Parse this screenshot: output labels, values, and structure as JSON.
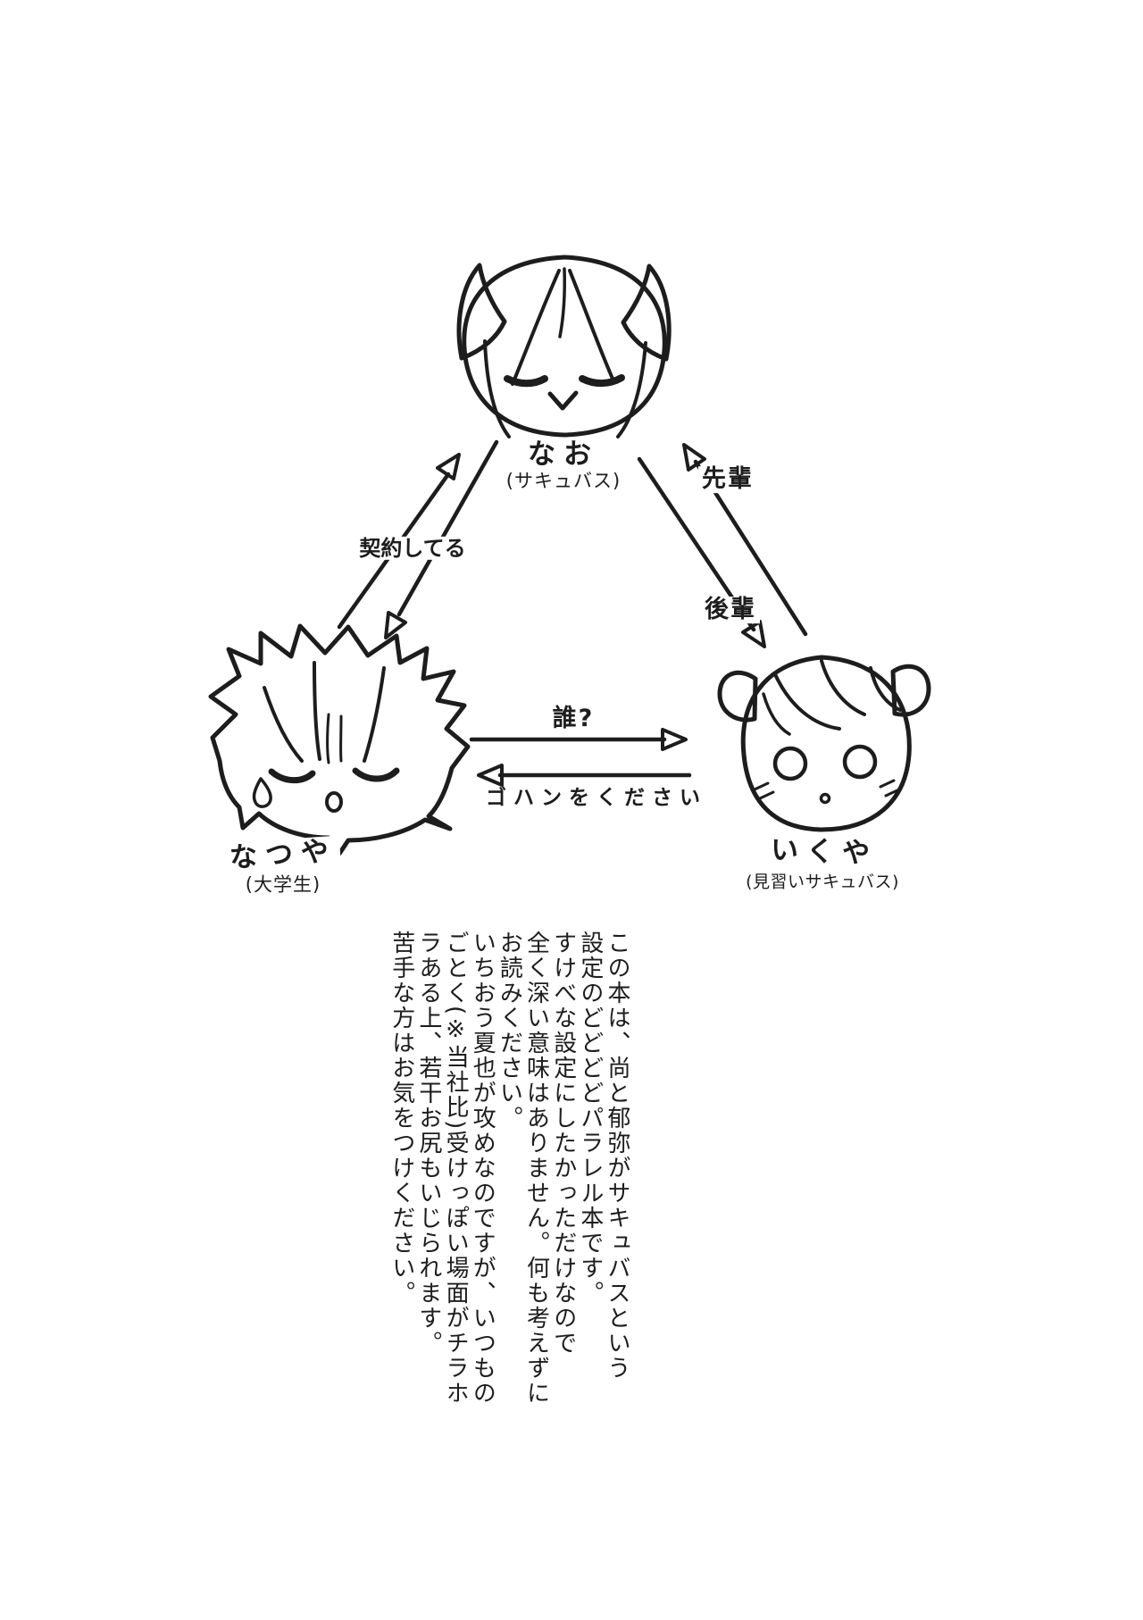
{
  "colors": {
    "ink": "#1d1d1d",
    "paper": "#ffffff"
  },
  "characters": {
    "nao": {
      "name": "なお",
      "role": "(サキュバス)"
    },
    "natsuya": {
      "name": "なつや",
      "role": "(大学生)"
    },
    "ikuya": {
      "name": "いくや",
      "role": "(見習いサキュバス)"
    }
  },
  "relations": {
    "contract": "契約してる",
    "senpai": "先輩",
    "kouhai": "後輩",
    "who": "誰?",
    "food": "ゴハンをください"
  },
  "note": {
    "columns": [
      "この本は、尚と郁弥がサキュバスという",
      "設定のどどどどパラレル本です。",
      "すけべな設定にしたかっただけなので",
      "全く深い意味はありません。何も考えずに",
      "お読みください。",
      "いちおう夏也が攻めなのですが、いつもの",
      "ごとく(※当社比)受けっぽい場面がチラホ",
      "ラある上、若干お尻もいじられます。",
      "苦手な方はお気をつけください。"
    ]
  }
}
